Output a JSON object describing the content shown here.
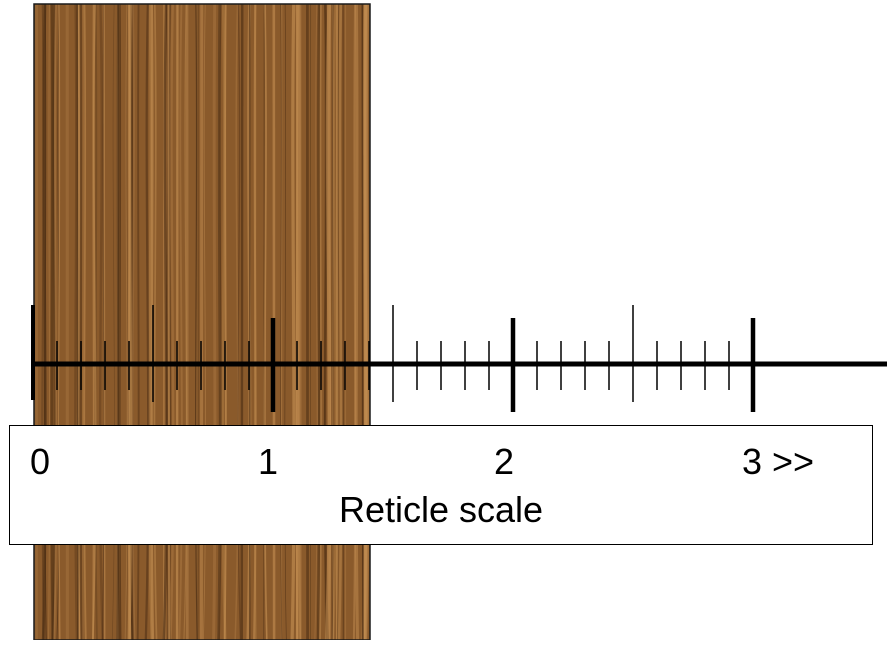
{
  "specimen": {
    "material": "wood-grain",
    "colors": {
      "base": "#8a5a2b",
      "dark": "#4a2c12",
      "light": "#c08b4f"
    }
  },
  "scale": {
    "major_labels": [
      "0",
      "1",
      "2",
      "3 >>"
    ],
    "caption": "Reticle scale",
    "major_count": 4,
    "minor_per_major": 10,
    "color": "#000000"
  }
}
